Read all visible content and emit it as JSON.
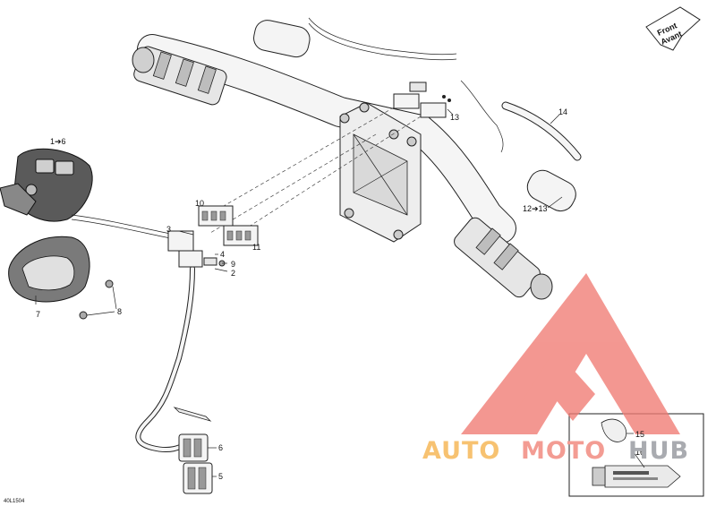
{
  "front_sign": {
    "line1": "Front",
    "line2": "Avant"
  },
  "callouts": {
    "c1_6": "1➔6",
    "c2": "2",
    "c3": "3",
    "c4": "4",
    "c5": "5",
    "c6": "6",
    "c7": "7",
    "c8": "8",
    "c9": "9",
    "c10": "10",
    "c11": "11",
    "c12_13": "12➔13",
    "c13": "13",
    "c14": "14",
    "c15": "15",
    "c16": "16"
  },
  "drawing_code": "40L1504",
  "watermark": {
    "word_a": "AUTO",
    "word_b": "MOTO",
    "word_c": "HUB",
    "color_a": "#f7c271",
    "color_b": "#f39c93",
    "color_c": "#a9abb0",
    "logo_color": "#f07b73"
  }
}
